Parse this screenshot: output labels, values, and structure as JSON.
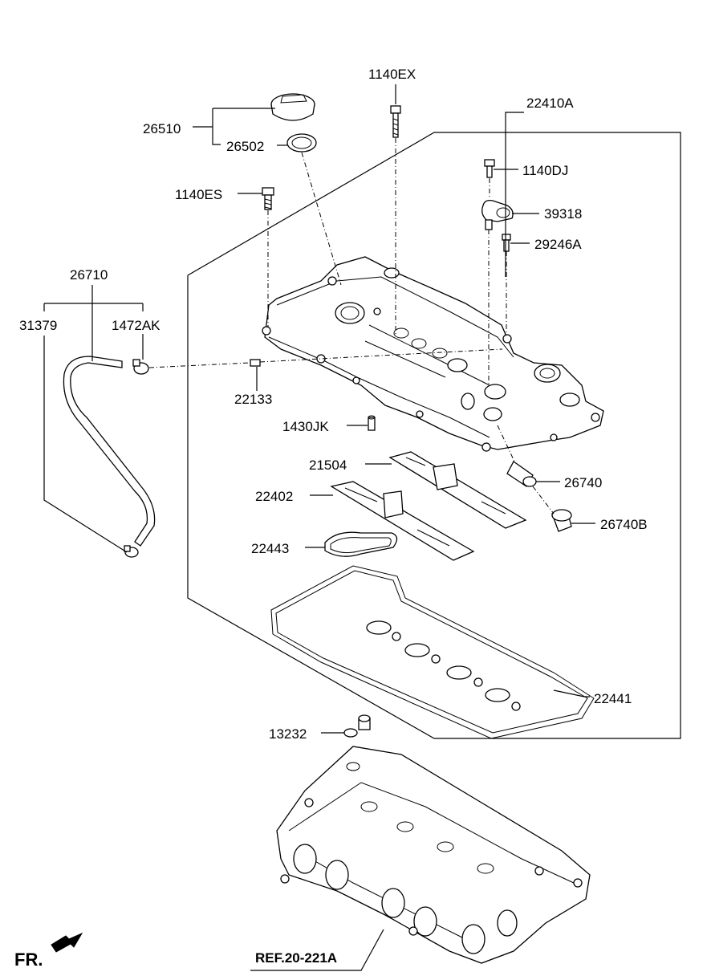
{
  "labels": {
    "p26510": "26510",
    "p26502": "26502",
    "p1140EX": "1140EX",
    "p22410A": "22410A",
    "p1140DJ": "1140DJ",
    "p1140ES": "1140ES",
    "p39318": "39318",
    "p29246A": "29246A",
    "p26710": "26710",
    "p31379": "31379",
    "p1472AK": "1472AK",
    "p22133": "22133",
    "p1430JK": "1430JK",
    "p21504": "21504",
    "p26740": "26740",
    "p22402": "22402",
    "p26740B": "26740B",
    "p22443": "22443",
    "p22441": "22441",
    "p13232": "13232",
    "ref": "REF.20-221A",
    "fr": "FR."
  }
}
